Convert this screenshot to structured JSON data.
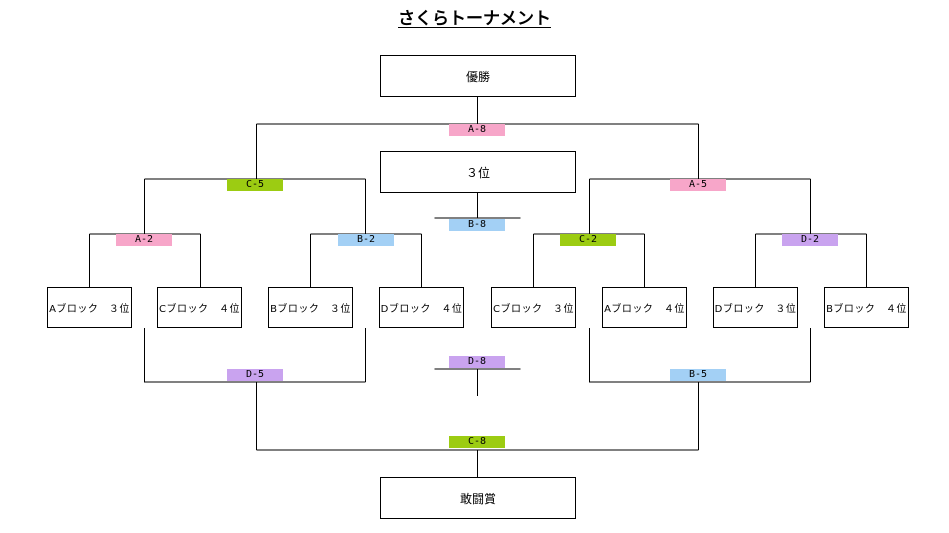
{
  "title": "さくらトーナメント",
  "boxes": {
    "champion": "優勝",
    "third": "３位",
    "fighting_spirit": "敢闘賞"
  },
  "teams": [
    "Aブロック　３位",
    "Cブロック　４位",
    "Bブロック　３位",
    "Dブロック　４位",
    "Cブロック　３位",
    "Aブロック　４位",
    "Dブロック　３位",
    "Bブロック　４位"
  ],
  "matches": {
    "a8": "A-8",
    "c5": "C-5",
    "a5": "A-5",
    "b8": "B-8",
    "a2": "A-2",
    "b2": "B-2",
    "c2": "C-2",
    "d2": "D-2",
    "d8": "D-8",
    "d5": "D-5",
    "b5": "B-5",
    "c8": "C-8"
  },
  "colors": {
    "A": "#f7a6c9",
    "B": "#a3d0f5",
    "C": "#9ccc12",
    "D": "#c9a3ef",
    "line": "#000000"
  }
}
